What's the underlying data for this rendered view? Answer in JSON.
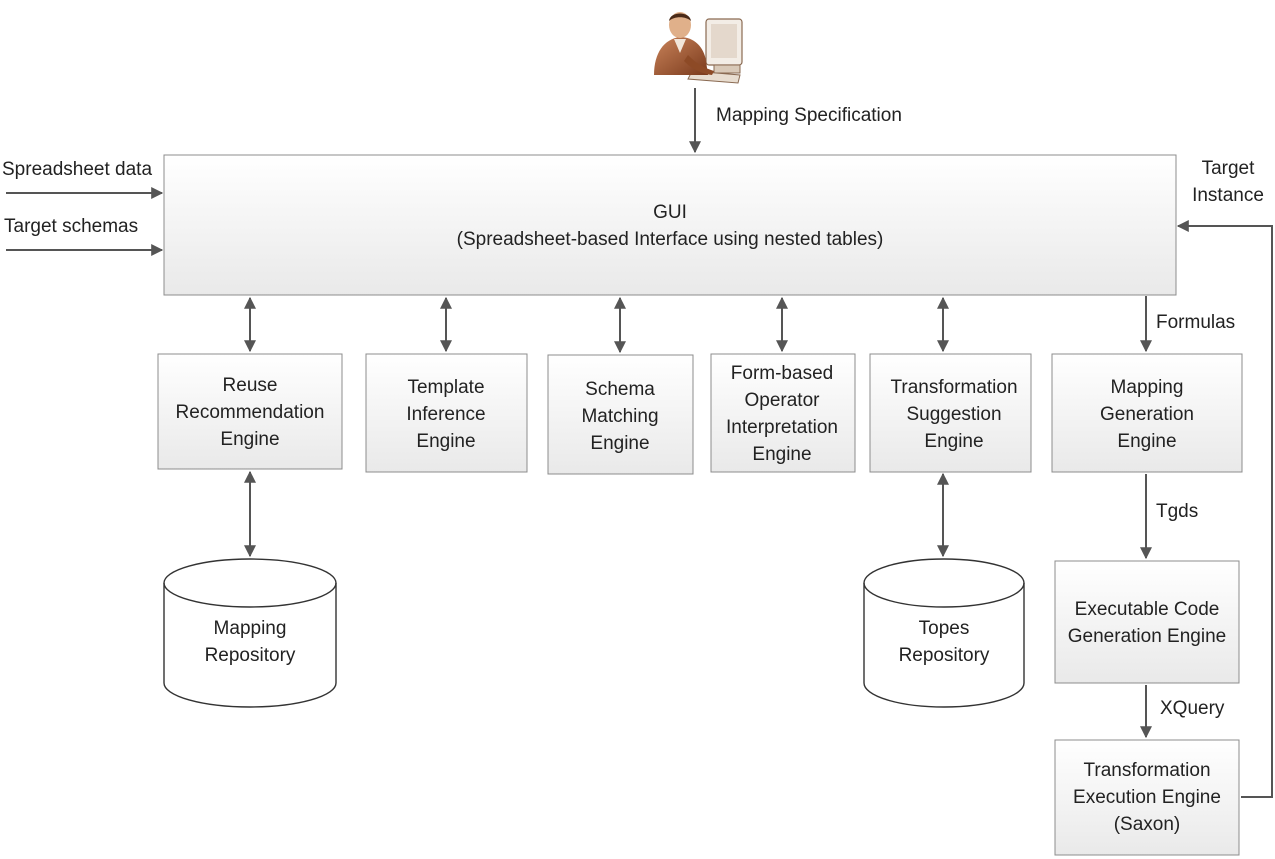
{
  "user_icon": "person-at-computer-icon",
  "gui": {
    "title": "GUI",
    "subtitle": "(Spreadsheet-based Interface using nested tables)"
  },
  "inputs": {
    "spreadsheet_data": "Spreadsheet data",
    "target_schemas": "Target schemas"
  },
  "mapping_specification": "Mapping Specification",
  "target_instance": [
    "Target",
    "Instance"
  ],
  "engines": {
    "reuse": [
      "Reuse",
      "Recommendation",
      "Engine"
    ],
    "template": [
      "Template",
      "Inference",
      "Engine"
    ],
    "schema": [
      "Schema",
      "Matching",
      "Engine"
    ],
    "form": [
      "Form-based",
      "Operator",
      "Interpretation",
      "Engine"
    ],
    "transformation_suggestion": [
      "Transformation",
      "Suggestion",
      "Engine"
    ],
    "mapping_generation": [
      "Mapping",
      "Generation",
      "Engine"
    ],
    "executable_code": [
      "Executable Code",
      "Generation Engine"
    ],
    "transformation_execution": [
      "Transformation",
      "Execution Engine",
      "(Saxon)"
    ]
  },
  "repositories": {
    "mapping": [
      "Mapping",
      "Repository"
    ],
    "topes": [
      "Topes",
      "Repository"
    ]
  },
  "edge_labels": {
    "formulas": "Formulas",
    "tgds": "Tgds",
    "xquery": "XQuery"
  }
}
